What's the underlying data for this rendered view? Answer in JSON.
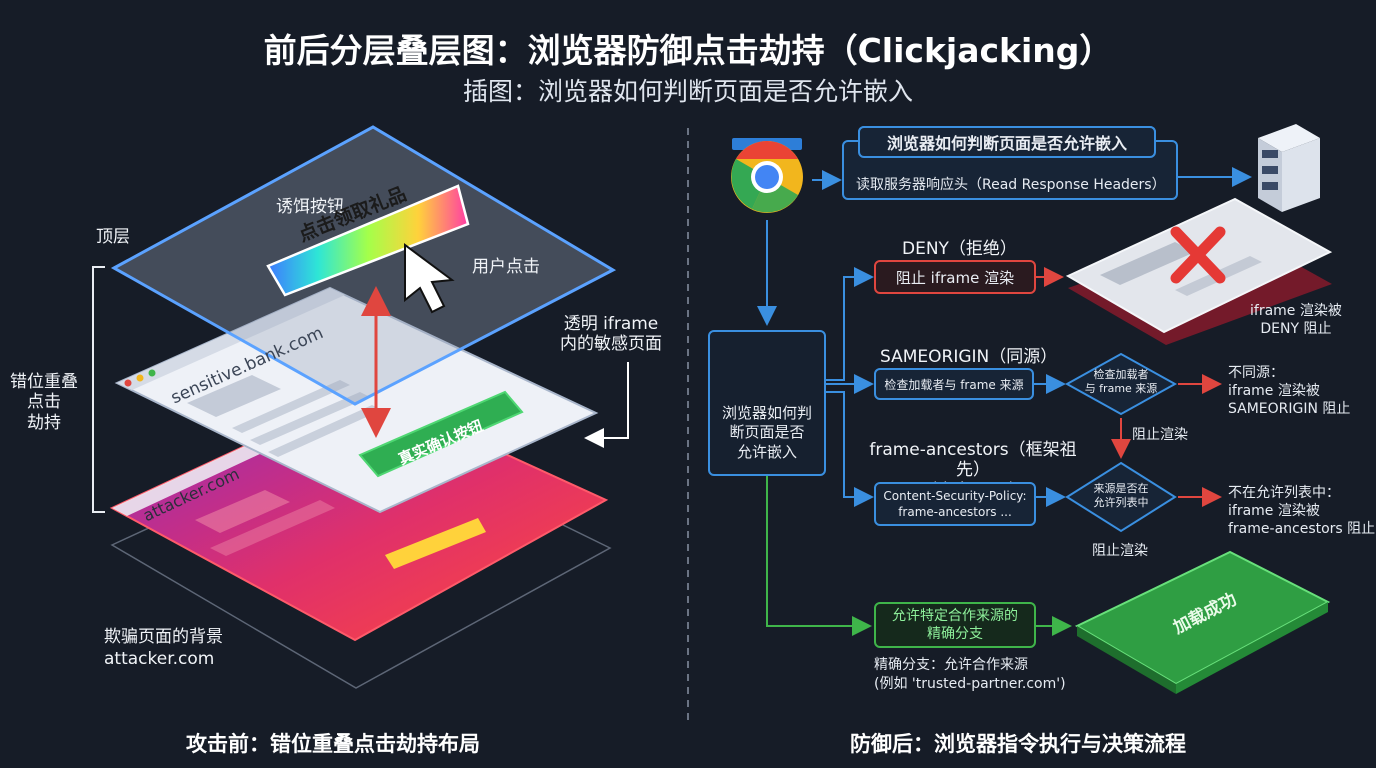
{
  "title": "前后分层叠层图：浏览器防御点击劫持（Clickjacking）",
  "subtitle": "插图：浏览器如何判断页面是否允许嵌入",
  "left": {
    "top_layer_label": "顶层",
    "bait_label": "诱饵按钮",
    "bait_button": "点击领取礼品",
    "user_click": "用户点击",
    "sensitive_url": "sensitive.bank.com",
    "real_button": "真实确认按钮",
    "iframe_label": "透明 iframe\n内的敏感页面",
    "attacker_url": "attacker.com",
    "overlay_label": "错位重叠\n点击\n劫持",
    "background_label": "欺骗页面的背景\nattacker.com",
    "caption": "攻击前：错位重叠点击劫持布局"
  },
  "right": {
    "question": "浏览器如何判断页面是否允许嵌入",
    "read_headers": "读取服务器响应头（Read Response Headers）",
    "decision_box": "浏览器如何判\n断页面是否\n允许嵌入",
    "deny": {
      "title": "DENY（拒绝）",
      "action": "阻止 iframe 渲染",
      "result": "iframe 渲染被\nDENY 阻止"
    },
    "sameorigin": {
      "title": "SAMEORIGIN（同源）",
      "check": "检查加载者与 frame 来源",
      "diamond": "检查加载者\n与 frame 来源",
      "block": "阻止渲染",
      "result": "不同源：\niframe 渲染被\nSAMEORIGIN 阻止"
    },
    "ancestors": {
      "title": "frame-ancestors（框架祖先）\n（来自 CSP）",
      "csp": "Content-Security-Policy:\nframe-ancestors ...",
      "diamond": "来源是否在\n允许列表中",
      "block": "阻止渲染",
      "result": "不在允许列表中：\niframe 渲染被\nframe-ancestors 阻止"
    },
    "allow": {
      "branch": "允许特定合作来源的\n精确分支",
      "note": "精确分支：允许合作来源\n(例如 'trusted-partner.com')",
      "success": "加载成功"
    },
    "caption": "防御后：浏览器指令执行与决策流程"
  },
  "colors": {
    "background": "#161c27",
    "blue": "#3a8fe0",
    "red": "#e0463f",
    "green": "#3fb54a"
  },
  "icons": [
    "chrome-icon",
    "server-icon",
    "browser-check-icon",
    "red-x-icon",
    "cursor-icon"
  ]
}
